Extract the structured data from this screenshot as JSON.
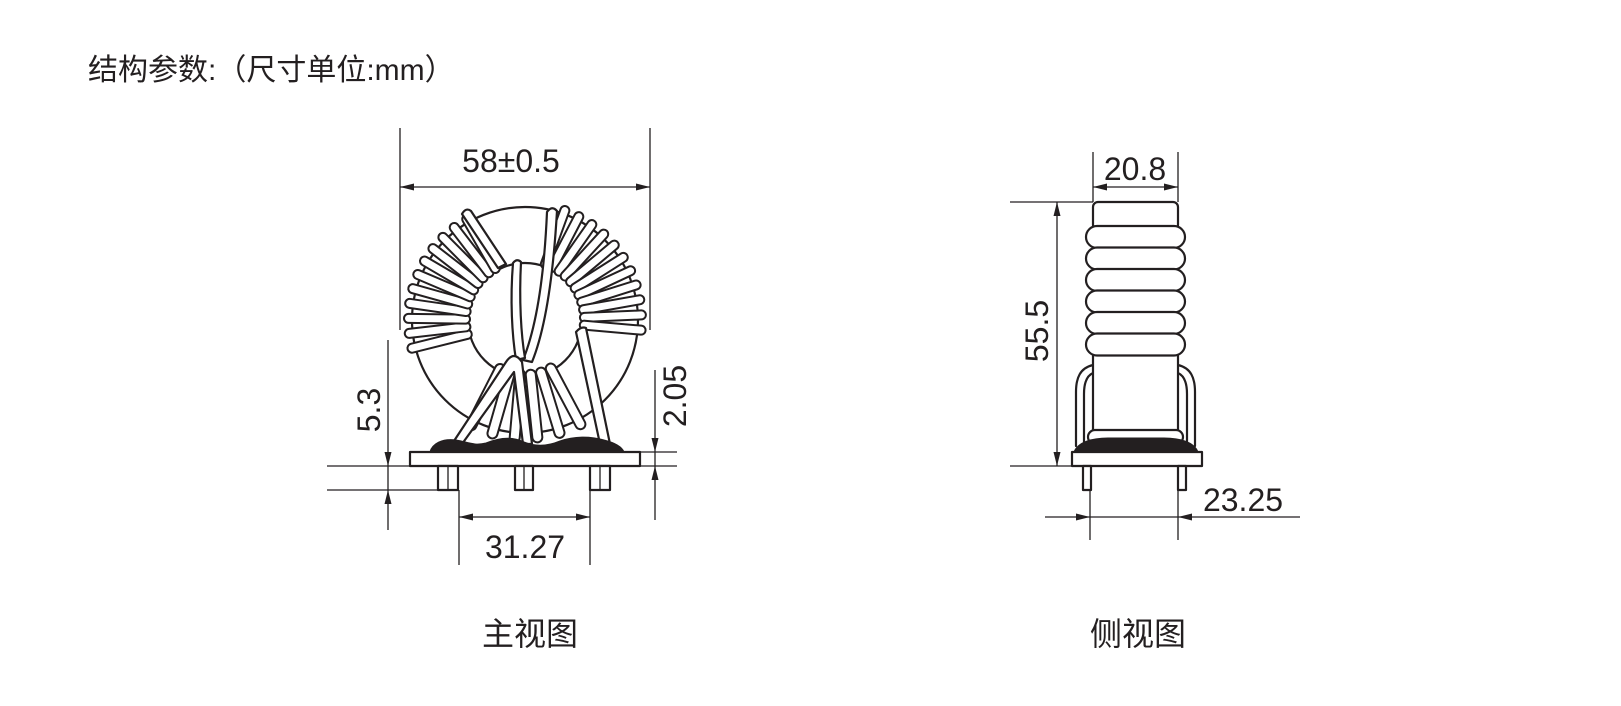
{
  "heading": "结构参数:（尺寸单位:mm）",
  "front_view": {
    "label": "主视图",
    "dimensions": {
      "top": "58±0.5",
      "left": "5.3",
      "right": "2.05",
      "bottom": "31.27"
    }
  },
  "side_view": {
    "label": "侧视图",
    "dimensions": {
      "top": "20.8",
      "left": "55.5",
      "bottom": "23.25"
    }
  },
  "colors": {
    "line": "#231f20",
    "background": "#ffffff"
  }
}
